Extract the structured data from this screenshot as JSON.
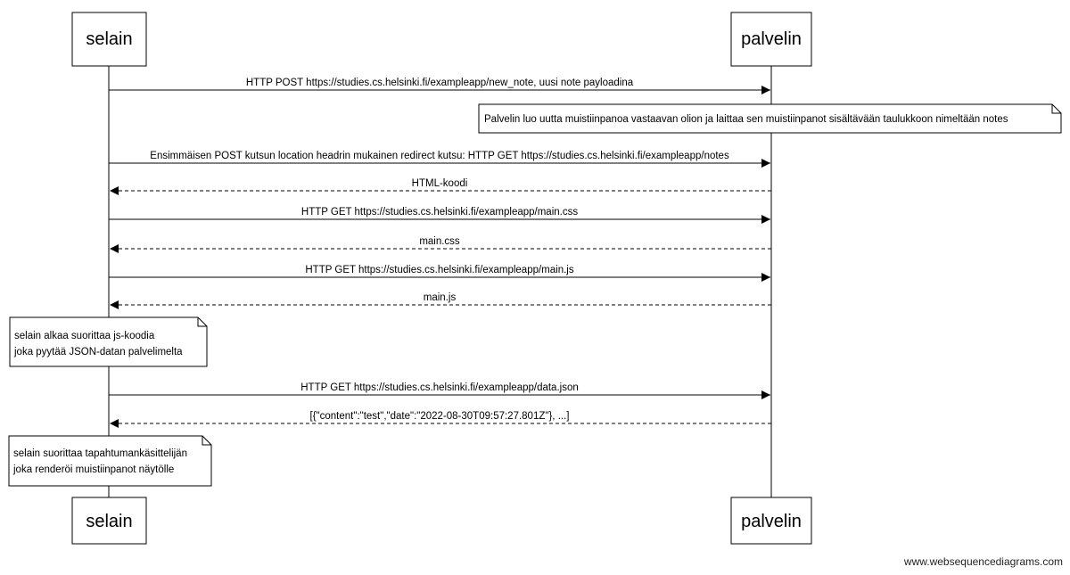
{
  "diagram": {
    "participants": [
      {
        "id": "selain",
        "label": "selain"
      },
      {
        "id": "palvelin",
        "label": "palvelin"
      }
    ],
    "messages": [
      {
        "from": "selain",
        "to": "palvelin",
        "style": "solid",
        "label": "HTTP POST https://studies.cs.helsinki.fi/exampleapp/new_note, uusi note payloadina"
      },
      {
        "from": "selain",
        "to": "palvelin",
        "style": "solid",
        "label": "Ensimmäisen POST kutsun location headrin mukainen redirect kutsu: HTTP GET https://studies.cs.helsinki.fi/exampleapp/notes"
      },
      {
        "from": "palvelin",
        "to": "selain",
        "style": "dashed",
        "label": "HTML-koodi"
      },
      {
        "from": "selain",
        "to": "palvelin",
        "style": "solid",
        "label": "HTTP GET https://studies.cs.helsinki.fi/exampleapp/main.css"
      },
      {
        "from": "palvelin",
        "to": "selain",
        "style": "dashed",
        "label": "main.css"
      },
      {
        "from": "selain",
        "to": "palvelin",
        "style": "solid",
        "label": "HTTP GET https://studies.cs.helsinki.fi/exampleapp/main.js"
      },
      {
        "from": "palvelin",
        "to": "selain",
        "style": "dashed",
        "label": "main.js"
      },
      {
        "from": "selain",
        "to": "palvelin",
        "style": "solid",
        "label": "HTTP GET https://studies.cs.helsinki.fi/exampleapp/data.json"
      },
      {
        "from": "palvelin",
        "to": "selain",
        "style": "dashed",
        "label": "[{\"content\":\"test\",\"date\":\"2022-08-30T09:57:27.801Z\"}, ...]"
      }
    ],
    "notes": [
      {
        "over": "palvelin",
        "side": "left",
        "lines": [
          "Palvelin luo uutta muistiinpanoa vastaavan olion ja laittaa sen muistiinpanot sisältävään taulukkoon nimeltään notes"
        ]
      },
      {
        "over": "selain",
        "side": "left",
        "lines": [
          "selain alkaa suorittaa js-koodia",
          "joka pyytää JSON-datan palvelimelta"
        ]
      },
      {
        "over": "selain",
        "side": "left",
        "lines": [
          "selain suorittaa tapahtumankäsittelijän",
          "joka renderöi muistiinpanot näytölle"
        ]
      }
    ],
    "footer": "www.websequencediagrams.com"
  }
}
